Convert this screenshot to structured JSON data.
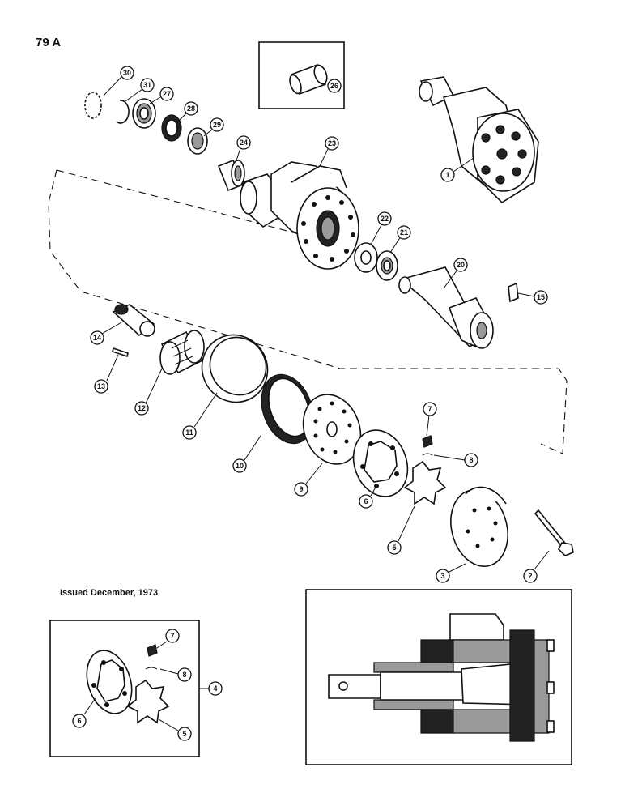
{
  "page_label": "79 A",
  "issued": "Issued December, 1973",
  "callouts": {
    "c1": "1",
    "c2": "2",
    "c3": "3",
    "c4": "4",
    "c5": "5",
    "c5b": "5",
    "c6": "6",
    "c6b": "6",
    "c7": "7",
    "c7b": "7",
    "c8": "8",
    "c8b": "8",
    "c9": "9",
    "c10": "10",
    "c11": "11",
    "c12": "12",
    "c13": "13",
    "c14": "14",
    "c15": "15",
    "c20": "20",
    "c21": "21",
    "c22": "22",
    "c23": "23",
    "c24": "24",
    "c26": "26",
    "c27": "27",
    "c28": "28",
    "c29": "29",
    "c30": "30",
    "c31": "31"
  }
}
